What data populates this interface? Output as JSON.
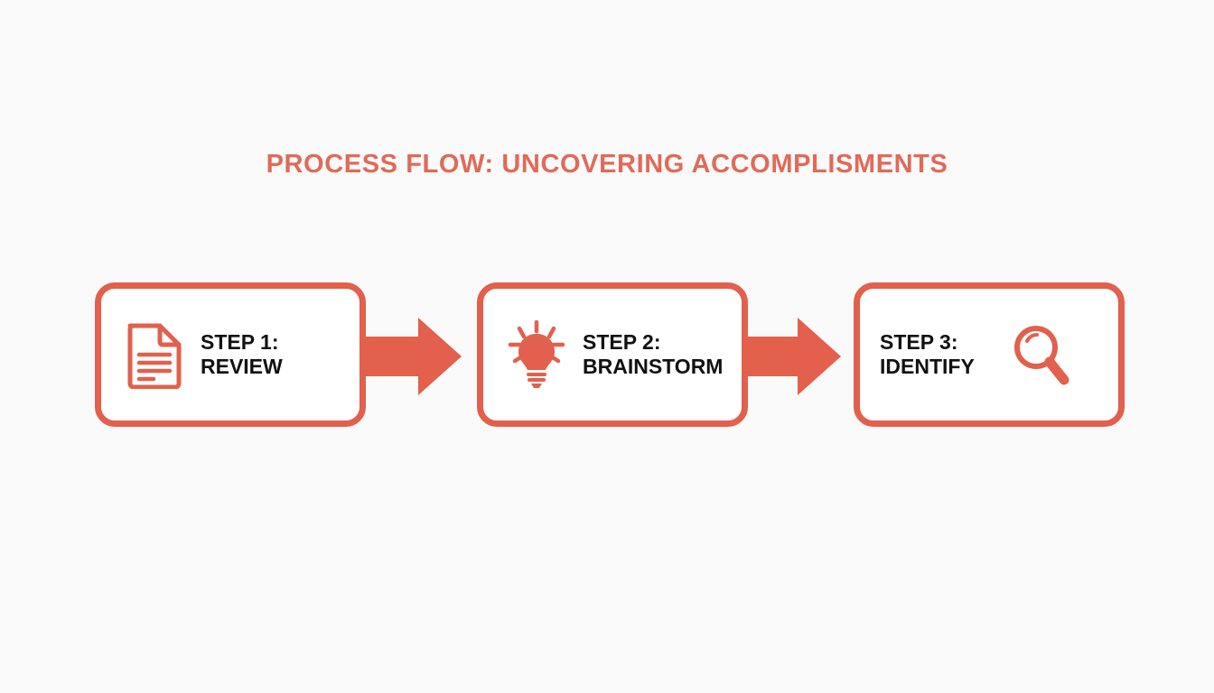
{
  "page": {
    "title": "PROCESS FLOW: UNCOVERING ACCOMPLISMENTS",
    "background_color": "#FAFAFA",
    "accent_color": "#E2604C",
    "title_color": "#E16A58",
    "label_color": "#111111"
  },
  "flow": {
    "steps": [
      {
        "id": "step-1",
        "icon": "document-icon",
        "icon_position": "left",
        "line1": "STEP 1:",
        "line2": "REVIEW"
      },
      {
        "id": "step-2",
        "icon": "lightbulb-icon",
        "icon_position": "left",
        "line1": "STEP 2:",
        "line2": "BRAINSTORM"
      },
      {
        "id": "step-3",
        "icon": "magnifier-icon",
        "icon_position": "right",
        "line1": "STEP 3:",
        "line2": "IDENTIFY"
      }
    ],
    "connectors": [
      {
        "id": "arrow-1",
        "icon": "arrow-right-icon",
        "from": "step-1",
        "to": "step-2"
      },
      {
        "id": "arrow-2",
        "icon": "arrow-right-icon",
        "from": "step-2",
        "to": "step-3"
      }
    ]
  }
}
